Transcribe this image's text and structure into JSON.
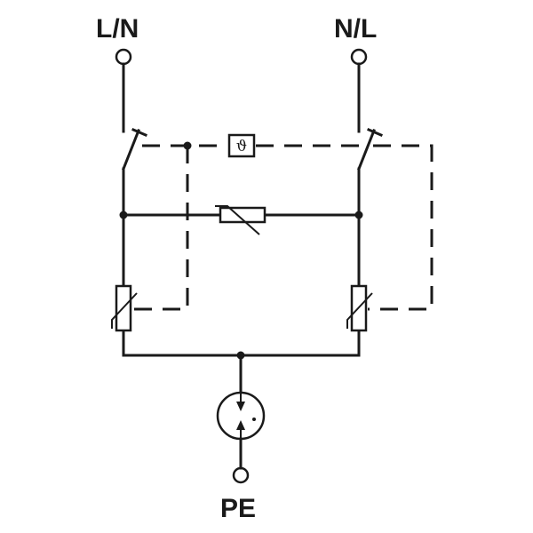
{
  "diagram": {
    "terminals": {
      "left": "L/N",
      "right": "N/L",
      "bottom": "PE"
    },
    "thermal_symbol": "ϑ",
    "components": [
      {
        "id": "thermal-disconnect",
        "kind": "thermal fuse",
        "icon": "theta-box-icon"
      },
      {
        "id": "switch-left",
        "kind": "disconnect switch"
      },
      {
        "id": "switch-right",
        "kind": "disconnect switch"
      },
      {
        "id": "varistor-middle",
        "kind": "varistor"
      },
      {
        "id": "varistor-left",
        "kind": "varistor"
      },
      {
        "id": "varistor-right",
        "kind": "varistor"
      },
      {
        "id": "gas-discharge-tube",
        "kind": "gas discharge tube",
        "icon": "gdt-icon"
      }
    ],
    "colors": {
      "line": "#1a1a1a",
      "background": "#ffffff"
    }
  }
}
